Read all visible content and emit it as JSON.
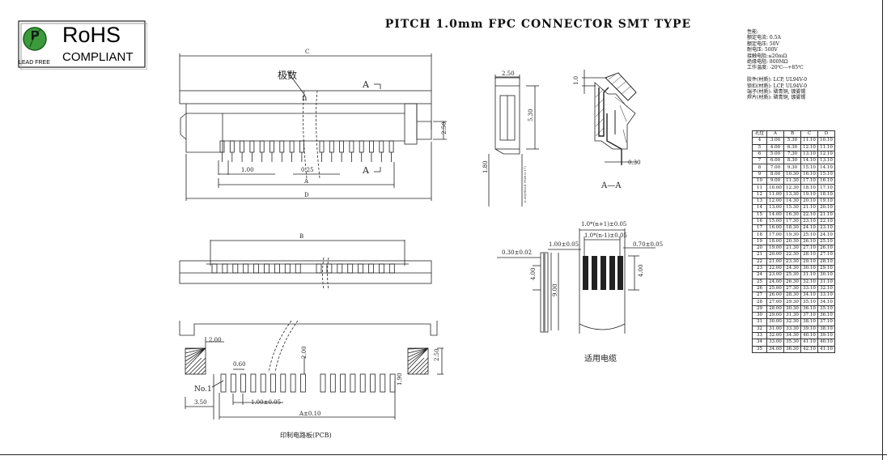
{
  "title": "PITCH 1.0mm FPC CONNECTOR SMT TYPE",
  "rohs": {
    "main": "RoHS",
    "sub": "COMPLIANT",
    "lead": "LEAD FREE",
    "letter": "P"
  },
  "spec": [
    "性能:",
    "额定电流: 0.5A",
    "额定电压: 50V",
    "耐电压: 500V",
    "接触电阻:≤20mΩ",
    "绝缘电阻: 800MΩ",
    "工作温度: -20℃---+85℃",
    "",
    "胶件(材质): LCP, UL94V-0",
    "锁扣(材质): LCP, UL94V-0",
    "端子(材质): 磷青铜, 镀雾锡",
    "焊片(材质): 磷青铜, 镀雾锡"
  ],
  "table": {
    "headers": [
      "孔位",
      "A",
      "B",
      "C",
      "D"
    ],
    "rows": [
      [
        "4",
        "3.00",
        "5.30",
        "11.10",
        "10.10"
      ],
      [
        "5",
        "4.00",
        "6.30",
        "12.10",
        "11.10"
      ],
      [
        "6",
        "5.00",
        "7.30",
        "13.10",
        "12.10"
      ],
      [
        "7",
        "6.00",
        "8.30",
        "14.10",
        "13.10"
      ],
      [
        "8",
        "7.00",
        "9.30",
        "15.10",
        "14.10"
      ],
      [
        "9",
        "8.00",
        "10.30",
        "16.10",
        "15.10"
      ],
      [
        "10",
        "9.00",
        "11.30",
        "17.10",
        "16.10"
      ],
      [
        "11",
        "10.00",
        "12.30",
        "18.10",
        "17.10"
      ],
      [
        "12",
        "11.00",
        "13.30",
        "19.10",
        "18.10"
      ],
      [
        "13",
        "12.00",
        "14.30",
        "20.10",
        "19.10"
      ],
      [
        "14",
        "13.00",
        "15.30",
        "21.10",
        "20.10"
      ],
      [
        "15",
        "14.00",
        "16.30",
        "22.10",
        "21.10"
      ],
      [
        "16",
        "15.00",
        "17.30",
        "23.10",
        "22.10"
      ],
      [
        "17",
        "16.00",
        "18.30",
        "24.10",
        "23.10"
      ],
      [
        "18",
        "17.00",
        "19.30",
        "25.10",
        "24.10"
      ],
      [
        "19",
        "18.00",
        "20.30",
        "26.10",
        "25.10"
      ],
      [
        "20",
        "19.00",
        "21.30",
        "27.10",
        "26.10"
      ],
      [
        "21",
        "20.00",
        "22.30",
        "28.10",
        "27.10"
      ],
      [
        "22",
        "21.00",
        "23.30",
        "29.10",
        "28.10"
      ],
      [
        "23",
        "22.00",
        "24.30",
        "30.10",
        "29.10"
      ],
      [
        "24",
        "23.00",
        "25.30",
        "31.10",
        "30.10"
      ],
      [
        "25",
        "24.00",
        "26.30",
        "32.10",
        "31.10"
      ],
      [
        "26",
        "25.00",
        "27.30",
        "33.10",
        "32.10"
      ],
      [
        "27",
        "26.00",
        "28.30",
        "34.10",
        "33.10"
      ],
      [
        "28",
        "27.00",
        "29.30",
        "35.10",
        "34.10"
      ],
      [
        "29",
        "28.00",
        "30.30",
        "36.10",
        "35.10"
      ],
      [
        "30",
        "29.00",
        "31.30",
        "37.10",
        "36.10"
      ],
      [
        "31",
        "30.00",
        "32.30",
        "38.10",
        "37.10"
      ],
      [
        "32",
        "31.00",
        "33.30",
        "39.10",
        "38.10"
      ],
      [
        "33",
        "32.00",
        "34.30",
        "40.10",
        "39.10"
      ],
      [
        "34",
        "33.00",
        "35.30",
        "41.10",
        "40.10"
      ],
      [
        "35",
        "34.00",
        "36.30",
        "42.10",
        "41.10"
      ]
    ]
  },
  "labels": {
    "top_C": "C",
    "top_n_label": "极数",
    "top_n": "n",
    "top_section": "A",
    "top_section2": "A",
    "top_250": "2.50",
    "top_100": "1.00",
    "top_025": "0.25",
    "top_A": "A",
    "top_D": "D",
    "mid_B": "B",
    "side_250": "2.50",
    "side_530": "5.30",
    "side_180": "1.80",
    "side_note": "0.30(HOLE FOR 0.17)",
    "sec_10": "1.0",
    "sec_030": "0.30",
    "sec_title": "A—A",
    "pcb_200a": "2.00",
    "pcb_060": "0.60",
    "pcb_200b": "2.00",
    "pcb_250": "2.50",
    "pcb_190": "1.90",
    "pcb_no1": "No.1",
    "pcb_350": "3.50",
    "pcb_100": "1.00±0.05",
    "pcb_A": "A±0.10",
    "pcb_caption": "印制电路板(PCB)",
    "fpc_top1": "1.0*(n+1)±0.05",
    "fpc_top2": "1.0*(n-1)±0.05",
    "fpc_030": "0.30±0.02",
    "fpc_100": "1.00±0.05",
    "fpc_070": "0.70±0.05",
    "fpc_400a": "4.00",
    "fpc_900": "9.00",
    "fpc_400b": "4.00",
    "fpc_caption": "适用电缆"
  }
}
